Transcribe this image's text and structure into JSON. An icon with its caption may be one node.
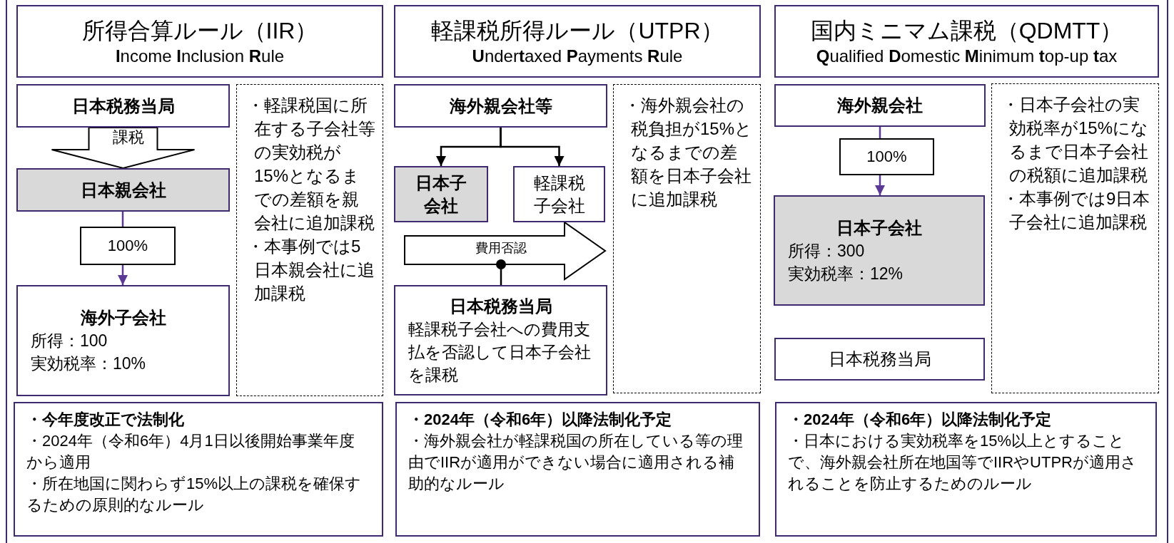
{
  "diagram": {
    "nodes": [
      {
        "text": [
          "所得合算ルール（IIR）",
          "**I**ncome **I**nclusion **R**ule"
        ]
      },
      {
        "text": [
          "日本税務当局"
        ]
      },
      {
        "text": [
          "日本親会社"
        ]
      },
      {
        "text": [
          "100%"
        ]
      },
      {
        "text": [
          "海外子会社",
          "所得：100",
          "実効税率：10%"
        ]
      },
      {
        "text": [
          "・軽課税国に所在する子会社等の実効税が15%となるまでの差額を親会社に追加課税",
          "・本事例では5日本親会社に追加課税"
        ]
      },
      {
        "text": [
          "・今年度改正で法制化",
          "・2024年（令和6年）4月1日以後開始事業年度から適用",
          "・所在地国に関わらず15%以上の課税を確保するための原則的なルール"
        ]
      },
      {
        "text": [
          "軽課税所得ルール（UTPR）",
          "**U**nder**t**axed **P**ayments **R**ule"
        ]
      },
      {
        "text": [
          "海外親会社等"
        ]
      },
      {
        "text": [
          "日本子会社"
        ]
      },
      {
        "text": [
          "軽課税子会社"
        ]
      },
      {
        "text": [
          "日本税務当局",
          "軽課税子会社への費用支払を否認して日本子会社を課税"
        ]
      },
      {
        "text": [
          "・海外親会社の税負担が15%となるまでの差額を日本子会社に追加課税"
        ]
      },
      {
        "text": [
          "・2024年（令和6年）以降法制化予定",
          "・海外親会社が軽課税国の所在している等の理由でIIRが適用ができない場合に適用される補助的なルール"
        ]
      },
      {
        "text": [
          "国内ミニマム課税（QDMTT）",
          "**Q**ualified **D**omestic **M**inimum **t**op-up **t**ax"
        ]
      },
      {
        "text": [
          "海外親会社"
        ]
      },
      {
        "text": [
          "100%"
        ]
      },
      {
        "text": [
          "日本子会社",
          "所得：300",
          "実効税率：12%"
        ]
      },
      {
        "text": [
          "日本税務当局"
        ]
      },
      {
        "text": [
          "・日本子会社の実効税率が15%になるまで日本子会社の税額に追加課税",
          "・本事例では9日本子会社に追加課税"
        ]
      },
      {
        "text": [
          "・2024年（令和6年）以降法制化予定",
          "・日本における実効税率を15%以上とすることで、海外親会社所在地国等でIIRやUTPRが適用されることを防止するためのルール"
        ]
      }
    ],
    "edges": [
      {
        "from": 1,
        "to": 2,
        "arrow": "to",
        "label": "課税",
        "style": "thick",
        "color": "#000000"
      },
      {
        "from": 2,
        "to": 3,
        "arrow": "none",
        "color": "#5b3a96"
      },
      {
        "from": 3,
        "to": 4,
        "arrow": "to",
        "color": "#5b3a96"
      },
      {
        "from": 8,
        "to": 9,
        "arrow": "to",
        "color": "#000000"
      },
      {
        "from": 8,
        "to": 10,
        "arrow": "to",
        "color": "#000000"
      },
      {
        "from": 9,
        "to": 10,
        "arrow": "to",
        "label": "費用否認",
        "style": "thick",
        "color": "#000000"
      },
      {
        "from": 11,
        "to": null,
        "arrow": "other",
        "color": "#000000"
      },
      {
        "from": 15,
        "to": 16,
        "arrow": "none",
        "color": "#5b3a96"
      },
      {
        "from": 16,
        "to": 17,
        "arrow": "to",
        "color": "#5b3a96"
      }
    ]
  }
}
